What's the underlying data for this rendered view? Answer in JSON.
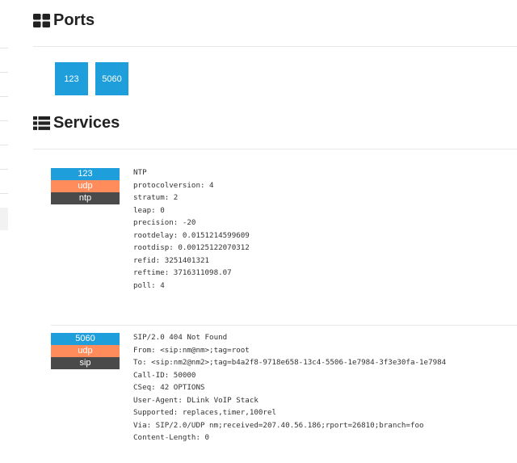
{
  "ports": {
    "title": "Ports",
    "icon": "grid-icon",
    "items": [
      "123",
      "5060"
    ]
  },
  "services": {
    "title": "Services",
    "icon": "list-icon",
    "items": [
      {
        "port": "123",
        "protocol": "udp",
        "name": "ntp",
        "output": "NTP\nprotocolversion: 4\nstratum: 2\nleap: 0\nprecision: -20\nrootdelay: 0.0151214599609\nrootdisp: 0.00125122070312\nrefid: 3251401321\nreftime: 3716311098.07\npoll: 4"
      },
      {
        "port": "5060",
        "protocol": "udp",
        "name": "sip",
        "output": "SIP/2.0 404 Not Found\nFrom: <sip:nm@nm>;tag=root\nTo: <sip:nm2@nm2>;tag=b4a2f8-9718e658-13c4-5506-1e7984-3f3e30fa-1e7984\nCall-ID: 50000\nCSeq: 42 OPTIONS\nUser-Agent: DLink VoIP Stack\nSupported: replaces,timer,100rel\nVia: SIP/2.0/UDP nm;received=207.40.56.186;rport=26810;branch=foo\nContent-Length: 0"
      }
    ]
  },
  "colors": {
    "port_blue": "#1e9fdc",
    "protocol_orange": "#ff8c5a",
    "name_dark": "#4a4a4a"
  }
}
